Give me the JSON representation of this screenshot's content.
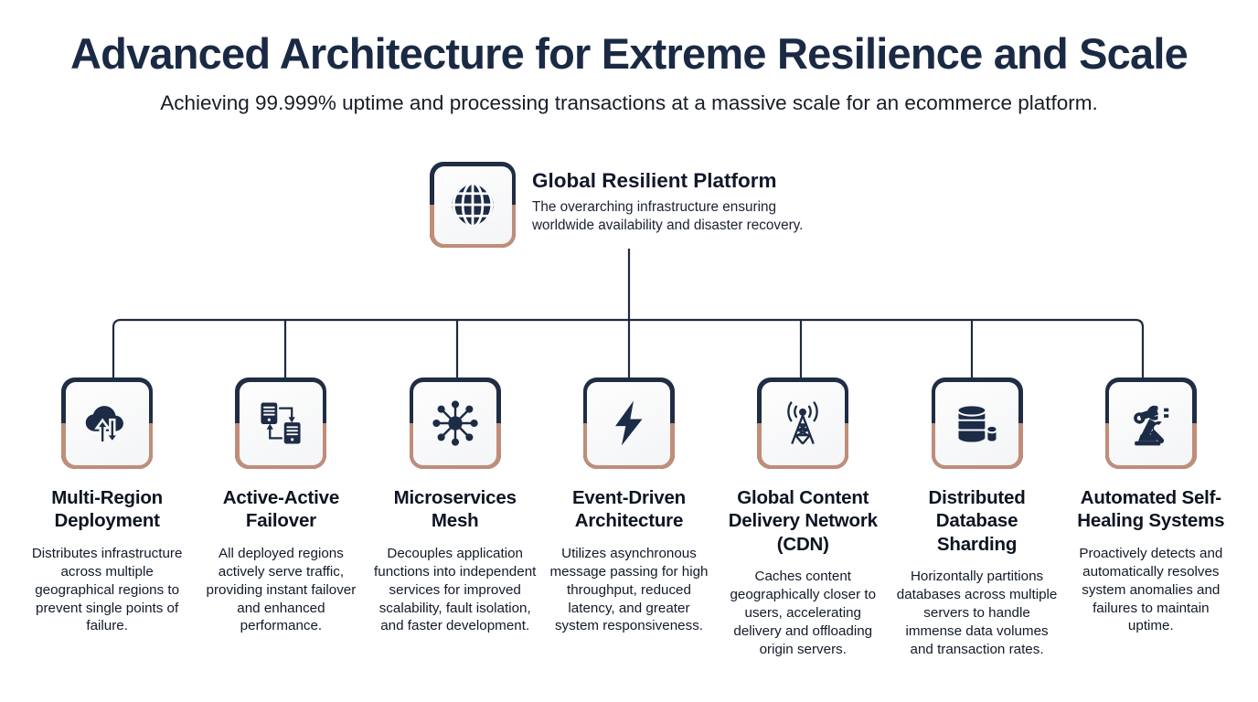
{
  "header": {
    "title": "Advanced Architecture for Extreme Resilience and Scale",
    "subtitle": "Achieving 99.999% uptime and processing transactions at a massive scale for an ecommerce platform."
  },
  "root": {
    "icon": "globe-icon",
    "title": "Global Resilient Platform",
    "description": "The overarching infrastructure ensuring\nworldwide availability and disaster recovery."
  },
  "children": [
    {
      "icon": "cloud-sync-icon",
      "label": "Multi-Region Deployment",
      "description": "Distributes infrastructure across multiple geographical regions to prevent single points of failure."
    },
    {
      "icon": "server-exchange-icon",
      "label": "Active-Active Failover",
      "description": "All deployed regions actively serve traffic, providing instant failover and enhanced performance."
    },
    {
      "icon": "network-hub-icon",
      "label": "Microservices Mesh",
      "description": "Decouples application functions into independent services for improved scalability, fault isolation, and faster development."
    },
    {
      "icon": "lightning-bolt-icon",
      "label": "Event-Driven Architecture",
      "description": "Utilizes asynchronous message passing for high throughput, reduced latency, and greater system responsiveness."
    },
    {
      "icon": "broadcast-tower-icon",
      "label": "Global Content Delivery Network (CDN)",
      "description": "Caches content geographically closer to users, accelerating delivery and offloading origin servers."
    },
    {
      "icon": "database-shard-icon",
      "label": "Distributed Database Sharding",
      "description": "Horizontally partitions databases across multiple servers to handle immense data volumes and transaction rates."
    },
    {
      "icon": "robot-arm-wrench-icon",
      "label": "Automated Self-Healing Systems",
      "description": "Proactively detects and automatically resolves system anomalies and failures to maintain uptime."
    }
  ],
  "colors": {
    "ink": "#1b2a44",
    "icon_navy": "#1f2d45",
    "accent_copper": "#c08d79",
    "connector": "#1e2a3e",
    "tile_face": "#f7f8f9",
    "background": "#ffffff"
  }
}
